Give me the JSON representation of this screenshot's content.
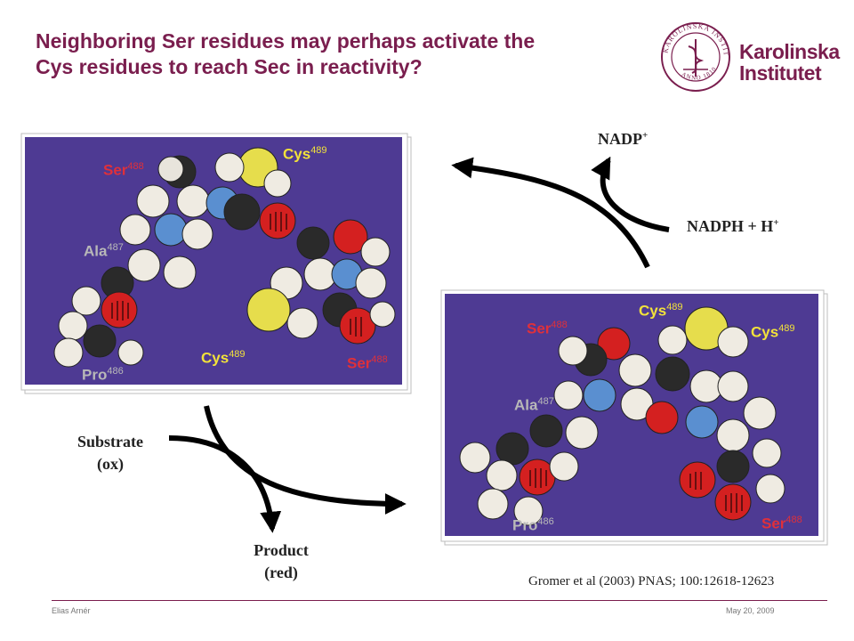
{
  "title": {
    "line1": "Neighboring Ser residues may perhaps activate the",
    "line2": "Cys residues to reach Sec in reactivity?"
  },
  "logo": {
    "brand_line1": "Karolinska",
    "brand_line2": "Institutet",
    "seal_text": "KAROLINSKA INSTITUTET",
    "seal_year": "ANNO 1810"
  },
  "top_panel": {
    "labels": [
      {
        "text": "Cys",
        "sup": "489"
      },
      {
        "text": "Ser",
        "sup": "488"
      },
      {
        "text": "Ala",
        "sup": "487"
      },
      {
        "text": "Pro",
        "sup": "486"
      },
      {
        "text": "Cys",
        "sup": "489"
      },
      {
        "text": "Ser",
        "sup": "488"
      }
    ]
  },
  "bottom_panel": {
    "labels": [
      {
        "text": "Cys",
        "sup": "489"
      },
      {
        "text": "Ser",
        "sup": "488"
      },
      {
        "text": "Cys",
        "sup": "489"
      },
      {
        "text": "Ala",
        "sup": "487"
      },
      {
        "text": "Pro",
        "sup": "486"
      },
      {
        "text": "Ser",
        "sup": "488"
      }
    ]
  },
  "reaction": {
    "nadp": "NADP",
    "nadp_sup": "+",
    "nadph": "NADPH + H",
    "nadph_sup": "+",
    "substrate_line1": "Substrate",
    "substrate_line2": "(ox)",
    "product_line1": "Product",
    "product_line2": "(red)"
  },
  "citation": "Gromer et al (2003) PNAS; 100:12618-12623",
  "footer": {
    "author": "Elias Arnér",
    "date": "May 20, 2009"
  },
  "colors": {
    "title": "#7a1e4e",
    "panel_bg": "#4e3a93",
    "label_yellow": "#f2e23a",
    "label_red": "#e0303a",
    "label_grey": "#b8b8b8"
  }
}
